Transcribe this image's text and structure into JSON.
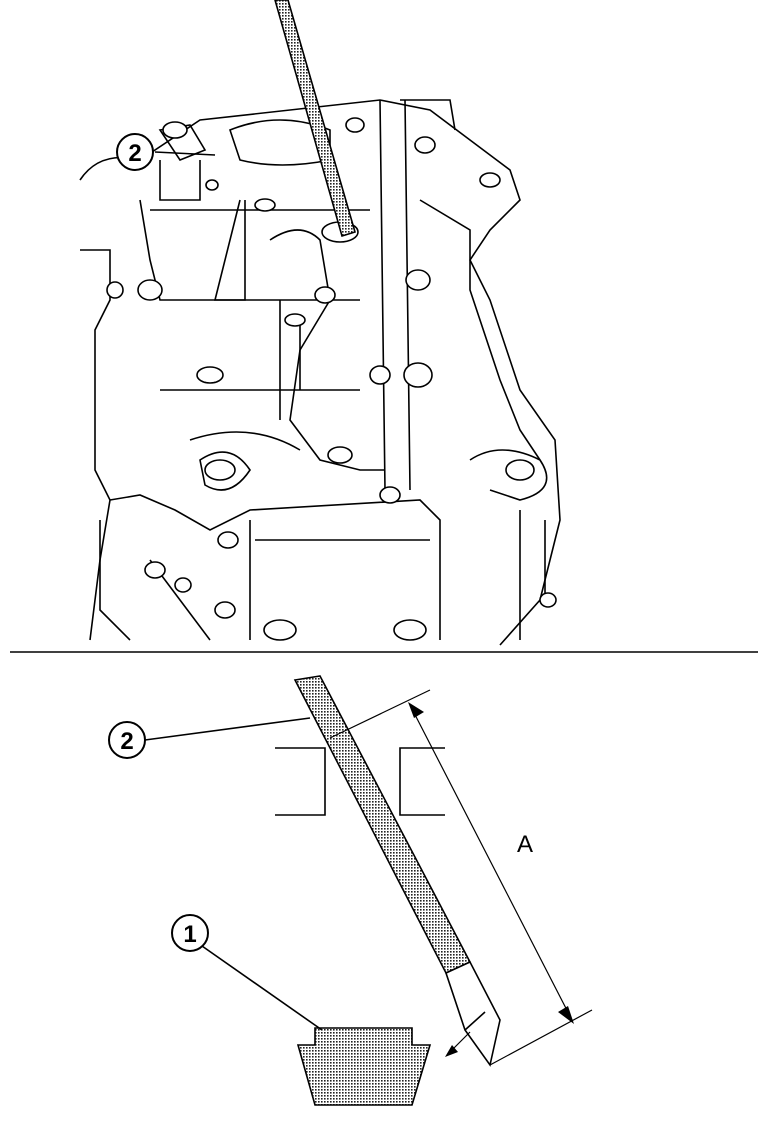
{
  "top_view": {
    "callout_2": "2"
  },
  "bottom_view": {
    "callout_2": "2",
    "callout_1": "1",
    "dimension_label": "A"
  },
  "colors": {
    "line": "#000000",
    "fill_dotted": "#555555",
    "background": "#ffffff"
  }
}
